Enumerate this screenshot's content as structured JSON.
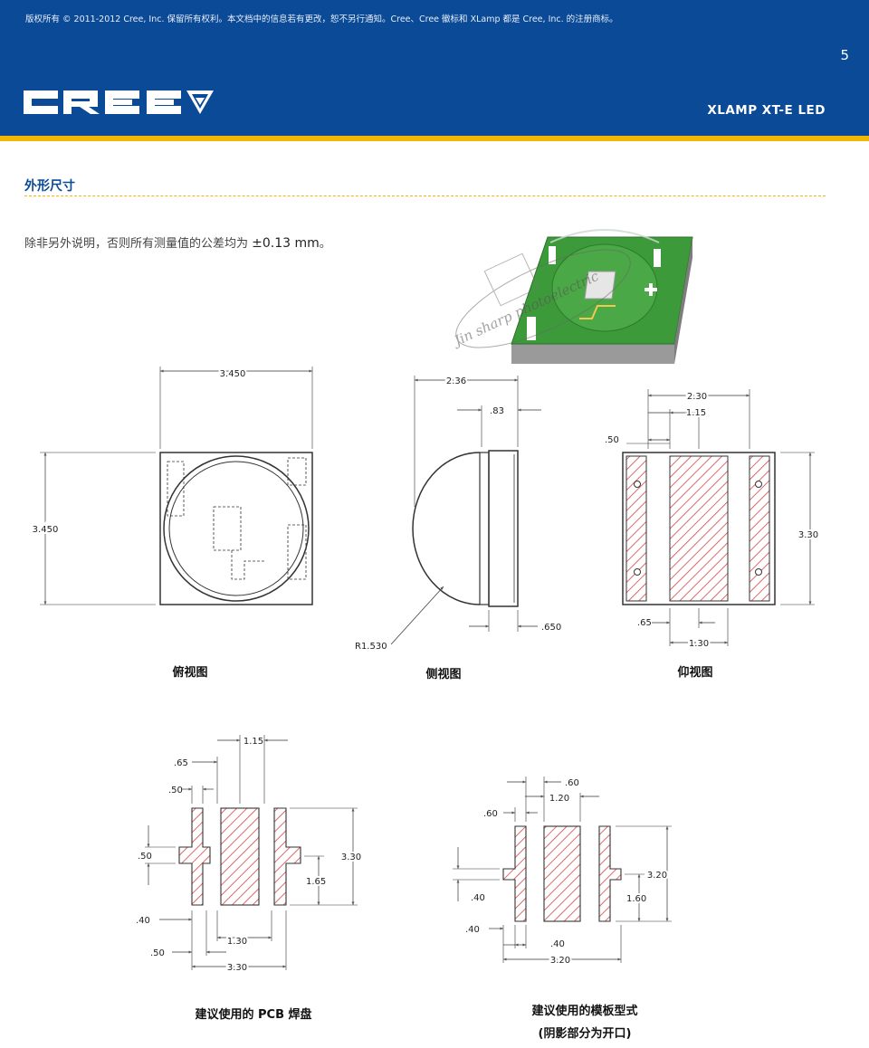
{
  "header": {
    "copyright": "版权所有 © 2011-2012 Cree, Inc. 保留所有权利。本文档中的信息若有更改，恕不另行通知。Cree、Cree 徽标和 XLamp 都是 Cree, Inc. 的注册商标。",
    "page_number": "5",
    "logo_text": "CREE",
    "product": "XLAMP XT-E LED"
  },
  "section": {
    "title": "外形尺寸",
    "tolerance_prefix": "除非另外说明，否则所有测量值的公差均为",
    "tolerance_value": "±0.13 mm",
    "tolerance_suffix": "。"
  },
  "watermark": {
    "line1": "Jin sharp photoelectric"
  },
  "top_view": {
    "caption": "俯视图",
    "width": "3.450",
    "height": "3.450"
  },
  "side_view": {
    "caption": "侧视图",
    "overall": "2.36",
    "lens_gap": ".83",
    "base": ".650",
    "radius": "R1.530"
  },
  "bottom_view": {
    "caption": "仰视图",
    "width": "2.30",
    "center_pad": "1.15",
    "margin": ".50",
    "height": "3.30",
    "gap": ".65",
    "inner": "1.30"
  },
  "pcb_pad": {
    "caption": "建议使用的 PCB 焊盘",
    "d_115": "1.15",
    "d_065": ".65",
    "d_050a": ".50",
    "d_050b": ".50",
    "d_330v": "3.30",
    "d_165": "1.65",
    "d_040": ".40",
    "d_130": "1.30",
    "d_050c": ".50",
    "d_330h": "3.30"
  },
  "stencil": {
    "caption_line1": "建议使用的模板型式",
    "caption_line2": "(阴影部分为开口)",
    "d_060a": ".60",
    "d_120": "1.20",
    "d_060b": ".60",
    "d_320v": "3.20",
    "d_040a": ".40",
    "d_160": "1.60",
    "d_040b": ".40",
    "d_040c": ".40",
    "d_320h": "3.20"
  },
  "colors": {
    "brand_blue": "#0a4a96",
    "accent_yellow": "#f2b705",
    "hatch_red": "#d64545",
    "package_green": "#3d9a3a"
  }
}
